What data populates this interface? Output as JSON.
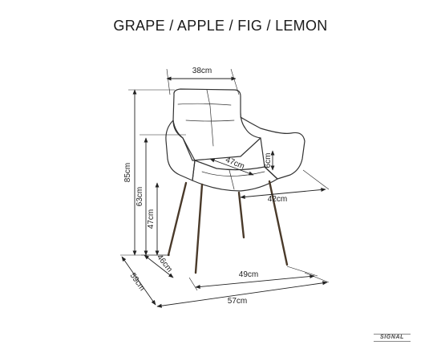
{
  "title": "GRAPE / APPLE / FIG / LEMON",
  "dimensions": {
    "seat_width_top": "38cm",
    "total_height": "85cm",
    "armrest_height": "63cm",
    "seat_height": "47cm",
    "seat_depth": "47cm",
    "armrest_thickness": "6cm",
    "seat_width": "42cm",
    "leg_depth": "46cm",
    "total_depth": "59cm",
    "leg_width": "49cm",
    "total_width": "57cm"
  },
  "logo": {
    "name": "SIGNAL"
  },
  "colors": {
    "line": "#222222",
    "chair": "#333333",
    "leg": "#4a3a2a"
  }
}
